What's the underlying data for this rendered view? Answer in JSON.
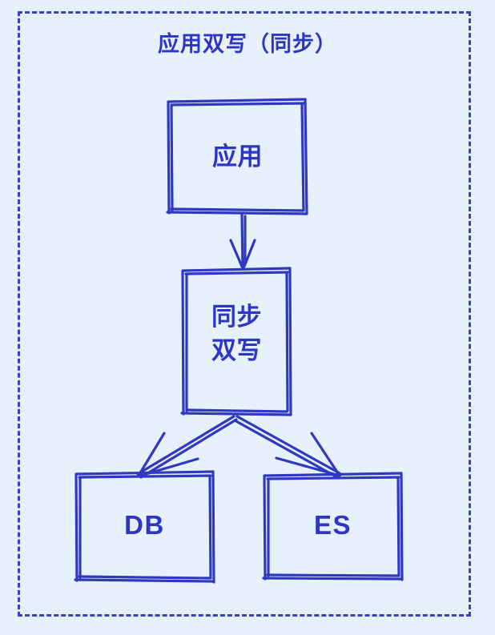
{
  "diagram": {
    "title": "应用双写（同步）",
    "style": "hand-drawn sketch",
    "frame": {
      "border_style": "dashed",
      "color": "#3a3fc4"
    },
    "background_color": "#e6f1fc",
    "ink_color": "#2c35c4",
    "nodes": [
      {
        "id": "app",
        "label": "应用",
        "shape": "rectangle"
      },
      {
        "id": "sync",
        "label": "同步\n双写",
        "shape": "rectangle"
      },
      {
        "id": "db",
        "label": "DB",
        "shape": "rectangle"
      },
      {
        "id": "es",
        "label": "ES",
        "shape": "rectangle"
      }
    ],
    "edges": [
      {
        "from": "app",
        "to": "db",
        "label": "",
        "direction": "down",
        "arrow": true
      },
      {
        "from": "sync",
        "to": "db",
        "label": "",
        "direction": "down-left",
        "arrow": true
      },
      {
        "from": "sync",
        "to": "es",
        "label": "",
        "direction": "down-right",
        "arrow": true
      }
    ]
  }
}
